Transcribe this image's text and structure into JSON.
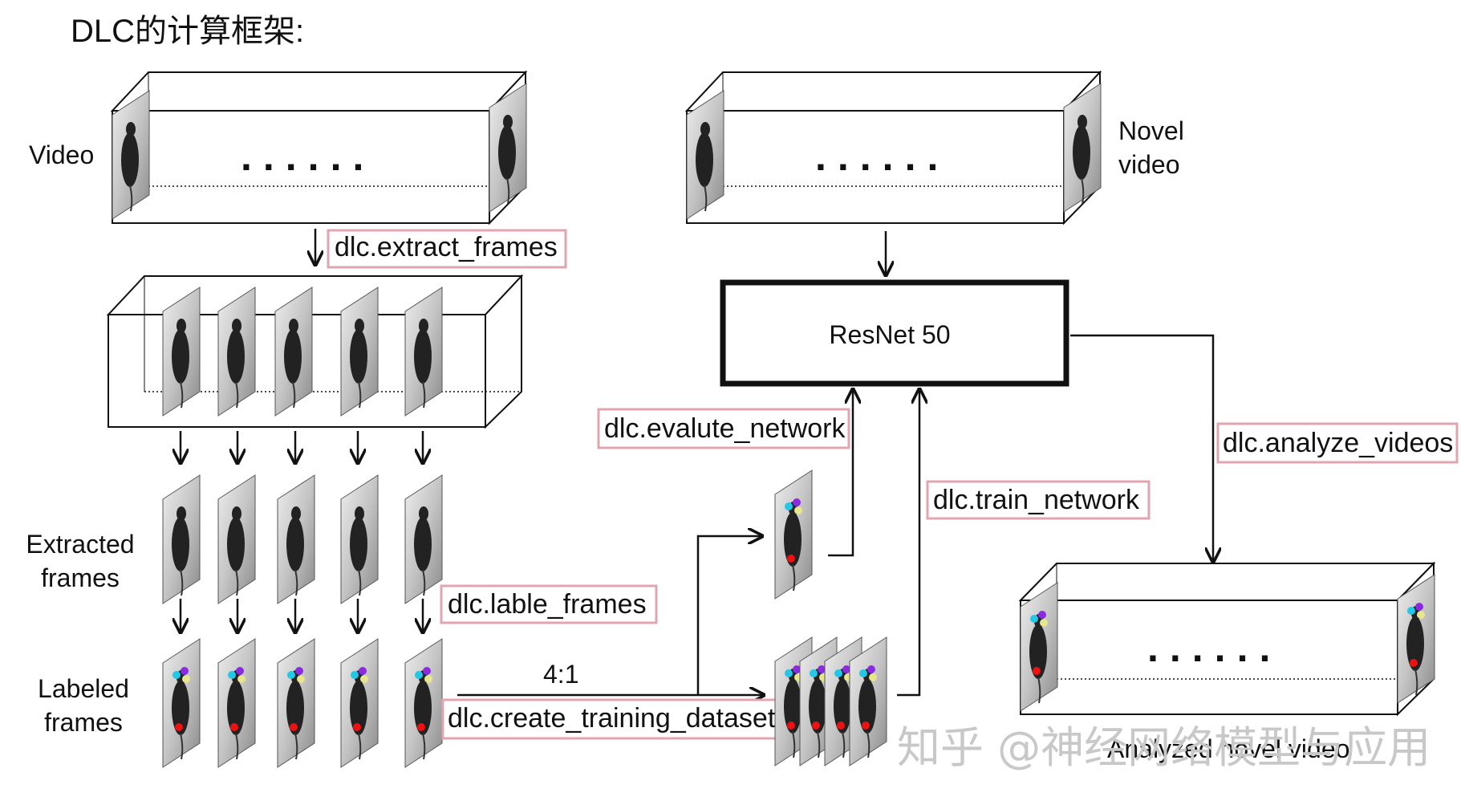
{
  "title": "DLC的计算框架:",
  "labels": {
    "video": "Video",
    "novel_video_line1": "Novel",
    "novel_video_line2": "video",
    "extracted_line1": "Extracted",
    "extracted_line2": "frames",
    "labeled_line1": "Labeled",
    "labeled_line2": "frames",
    "split_ratio": "4:1",
    "resnet": "ResNet 50",
    "analyzed_video": "Analyzed novel video",
    "dots": "......"
  },
  "commands": {
    "extract_frames": "dlc.extract_frames",
    "label_frames": "dlc.lable_frames",
    "create_training_dataset": "dlc.create_training_dataset",
    "evaluate_network": "dlc.evalute_network",
    "train_network": "dlc.train_network",
    "analyze_videos": "dlc.analyze_videos"
  },
  "watermark": "知乎 @神经网络模型与应用",
  "colors": {
    "command_box_border": "#e0a6b0",
    "keypoint_purple": "#8a2be2",
    "keypoint_blue": "#22c8e6",
    "keypoint_yellow": "#e6e68c",
    "keypoint_red": "#ee1111",
    "line": "#111111"
  }
}
